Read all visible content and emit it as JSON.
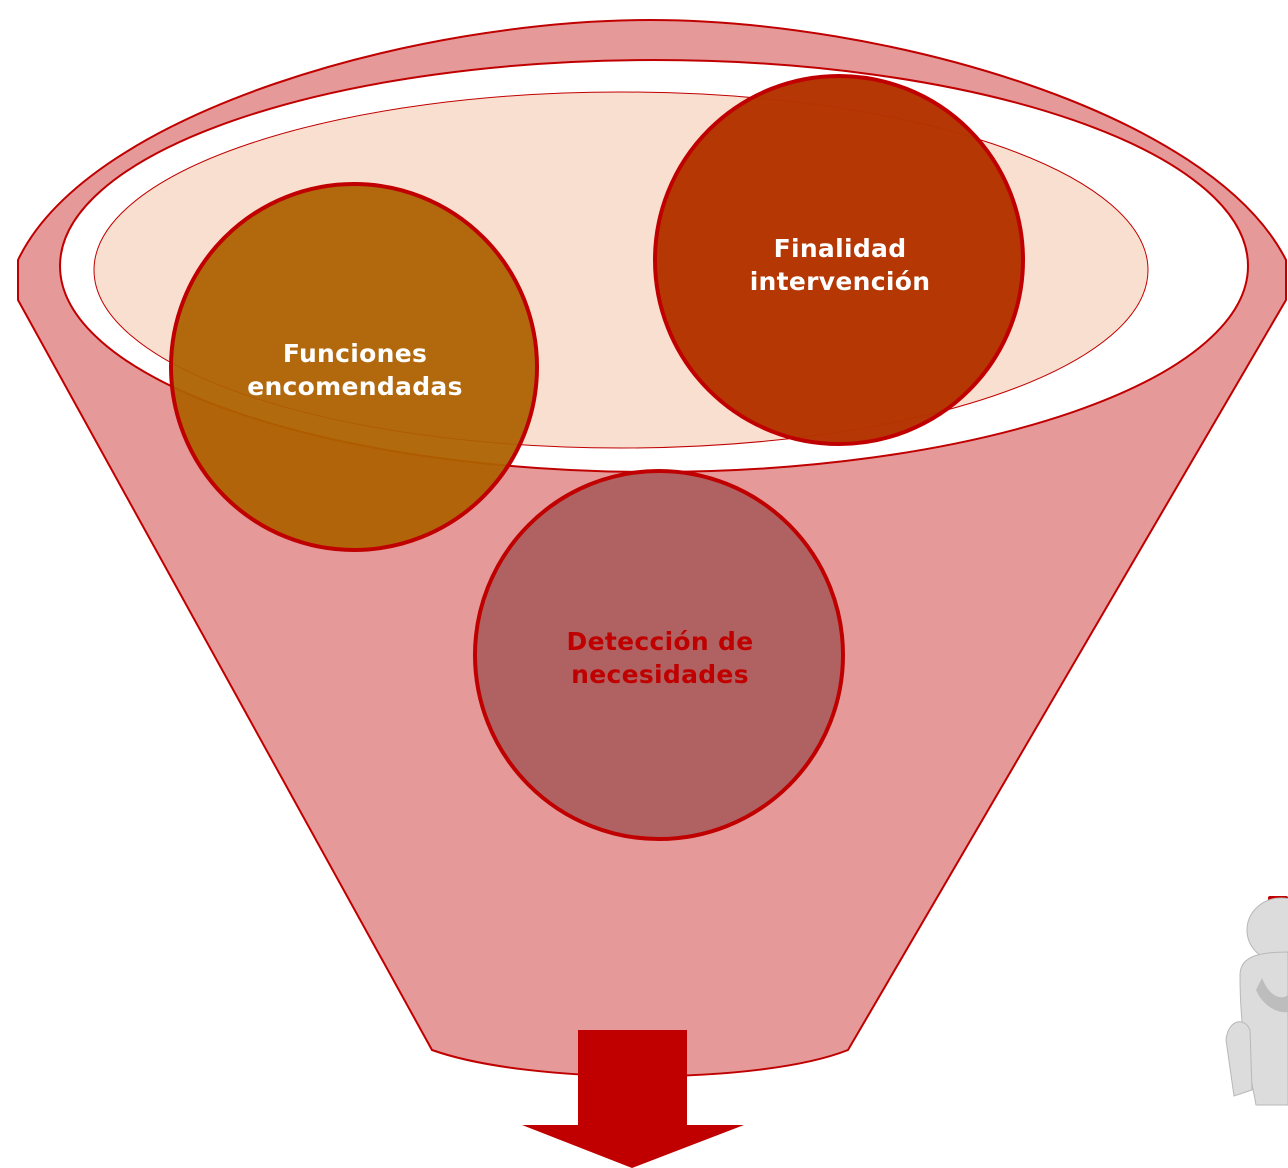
{
  "diagram": {
    "type": "funnel",
    "items": [
      {
        "id": "funciones",
        "label": "Funciones\nencomendadas"
      },
      {
        "id": "finalidad",
        "label": "Finalidad\nintervención"
      },
      {
        "id": "deteccion",
        "label": "Detección de\nnecesidades"
      }
    ]
  },
  "colors": {
    "funnel_fill": "#e59999",
    "funnel_stroke": "#c00000",
    "rim_inner_fill": "#ffffff",
    "rim_disk_fill": "#f9dfcf",
    "circle_stroke": "#c00000",
    "funciones_fill": "#ad6100",
    "finalidad_fill": "#b33300",
    "deteccion_fill": "#b06262",
    "funciones_text": "#ffffff",
    "finalidad_text": "#ffffff",
    "deteccion_text": "#c00000",
    "arrow_fill": "#c00000",
    "figure_body": "#dcdcdc",
    "figure_accent": "#c00000"
  },
  "icons": {
    "arrow": "down-arrow-icon",
    "figure": "thinking-person-icon"
  }
}
